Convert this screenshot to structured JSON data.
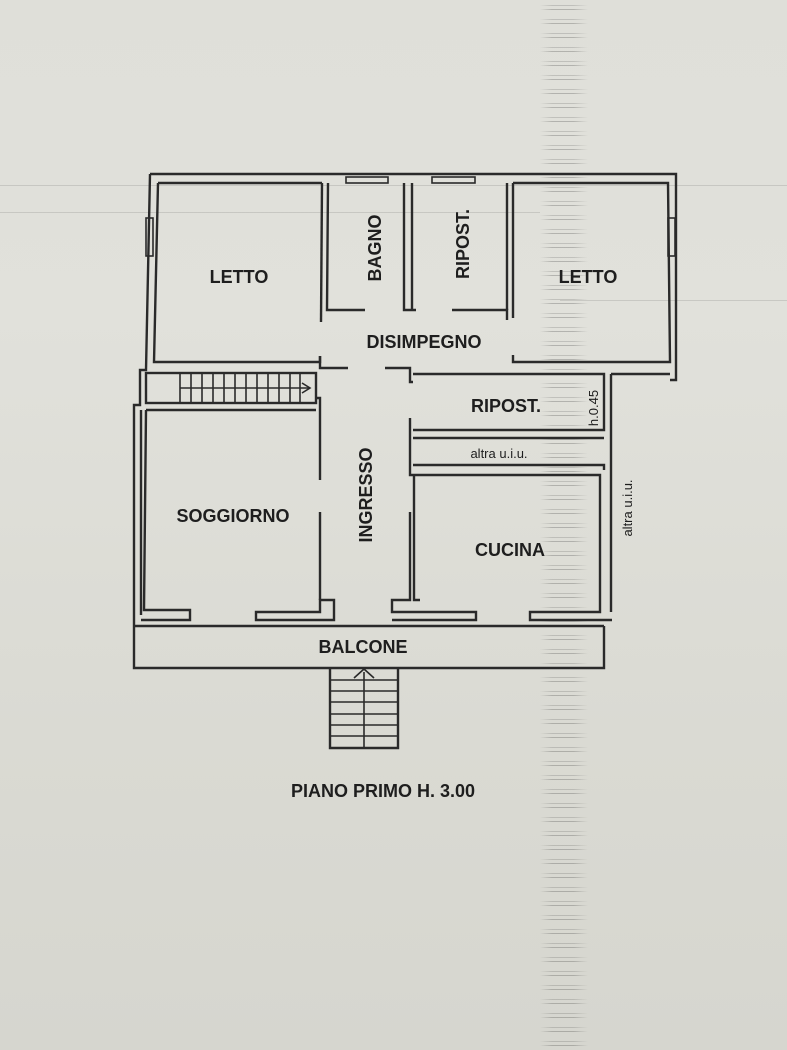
{
  "plan": {
    "title": "PIANO PRIMO H. 3.00",
    "rooms": {
      "letto_left": "LETTO",
      "bagno": "BAGNO",
      "ripost_top": "RIPOST.",
      "letto_right": "LETTO",
      "disimpegno": "DISIMPEGNO",
      "ripost_mid": "RIPOST.",
      "altra_uiu_horizontal": "altra u.i.u.",
      "altra_uiu_vertical": "altra u.i.u.",
      "height_note": "h.0.45",
      "soggiorno": "SOGGIORNO",
      "ingresso": "INGRESSO",
      "cucina": "CUCINA",
      "balcone": "BALCONE"
    },
    "colors": {
      "paper": "#dfdfd9",
      "ink": "#2a2a2a"
    }
  }
}
